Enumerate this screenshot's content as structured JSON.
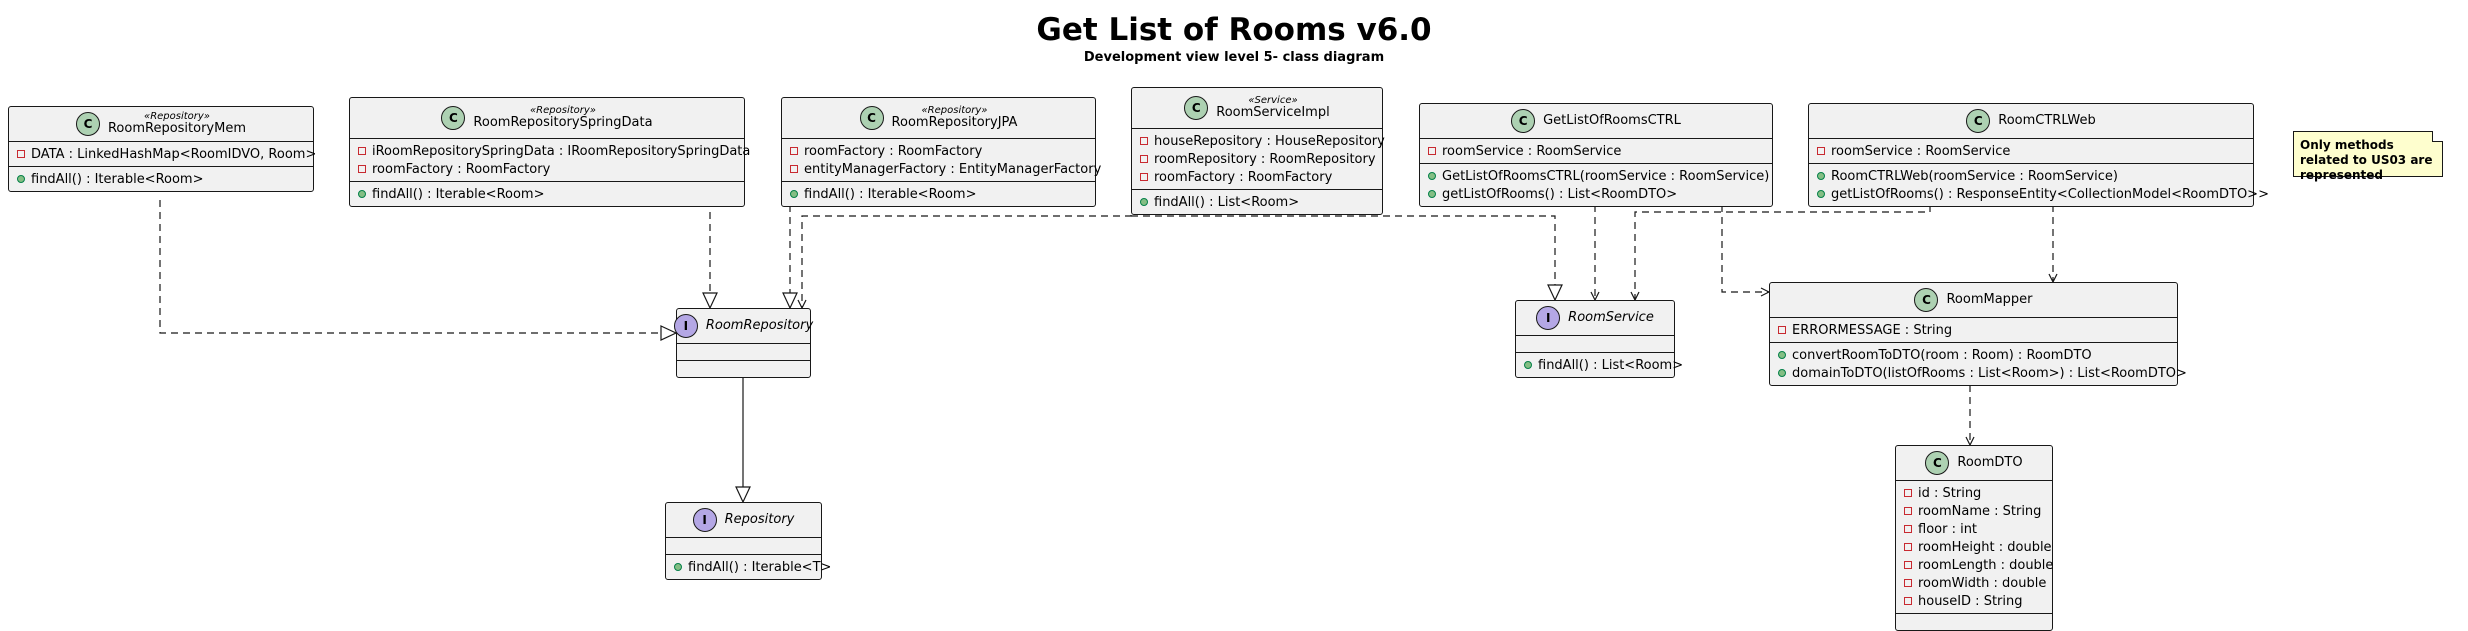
{
  "title": "Get List of Rooms v6.0",
  "subtitle": "Development view level 5- class diagram",
  "note": "Only methods related to US03 are represented",
  "classes": {
    "mem": {
      "kind": "C",
      "stereotype": "",
      "name": "RoomRepositoryMem",
      "fields": [
        "DATA : LinkedHashMap<RoomIDVO, Room>"
      ],
      "methods": [
        "findAll() : Iterable<Room>"
      ]
    },
    "spring": {
      "kind": "C",
      "stereotype": "«Repository»",
      "name": "RoomRepositorySpringData",
      "fields": [
        "iRoomRepositorySpringData : IRoomRepositorySpringData",
        "roomFactory : RoomFactory"
      ],
      "methods": [
        "findAll() : Iterable<Room>"
      ]
    },
    "jpa": {
      "kind": "C",
      "stereotype": "«Repository»",
      "name": "RoomRepositoryJPA",
      "fields": [
        "roomFactory : RoomFactory",
        "entityManagerFactory : EntityManagerFactory"
      ],
      "methods": [
        "findAll() : Iterable<Room>"
      ]
    },
    "svcimpl": {
      "kind": "C",
      "stereotype": "«Service»",
      "name": "RoomServiceImpl",
      "fields": [
        "houseRepository : HouseRepository",
        "roomRepository : RoomRepository",
        "roomFactory : RoomFactory"
      ],
      "methods": [
        "findAll() : List<Room>"
      ]
    },
    "ctrl": {
      "kind": "C",
      "stereotype": "",
      "name": "GetListOfRoomsCTRL",
      "fields": [
        "roomService : RoomService"
      ],
      "methods": [
        "GetListOfRoomsCTRL(roomService : RoomService)",
        "getListOfRooms() : List<RoomDTO>"
      ]
    },
    "web": {
      "kind": "C",
      "stereotype": "",
      "name": "RoomCTRLWeb",
      "fields": [
        "roomService : RoomService"
      ],
      "methods": [
        "RoomCTRLWeb(roomService : RoomService)",
        "getListOfRooms() : ResponseEntity<CollectionModel<RoomDTO>>"
      ]
    },
    "repo": {
      "kind": "I",
      "stereotype": "",
      "name": "RoomRepository",
      "fields": [],
      "methods": []
    },
    "svc": {
      "kind": "I",
      "stereotype": "",
      "name": "RoomService",
      "fields": [],
      "methods": [
        "findAll() : List<Room>"
      ]
    },
    "mapper": {
      "kind": "C",
      "stereotype": "",
      "name": "RoomMapper",
      "fields": [
        "ERRORMESSAGE : String"
      ],
      "methods": [
        "convertRoomToDTO(room : Room) : RoomDTO",
        "domainToDTO(listOfRooms : List<Room>) : List<RoomDTO>"
      ]
    },
    "generic": {
      "kind": "I",
      "stereotype": "",
      "name": "Repository",
      "fields": [],
      "methods": [
        "findAll() : Iterable<T>"
      ]
    },
    "dto": {
      "kind": "C",
      "stereotype": "",
      "name": "RoomDTO",
      "fields": [
        "id : String",
        "roomName : String",
        "floor : int",
        "roomHeight : double",
        "roomLength : double",
        "roomWidth : double",
        "houseID : String"
      ],
      "methods": []
    }
  },
  "colors": {
    "class_badge": "#add1b2",
    "interface_badge": "#b4a7e5",
    "box_fill": "#f1f1f1",
    "note_fill": "#fefece",
    "private_marker": "#c82930",
    "public_marker": "#84be84"
  }
}
